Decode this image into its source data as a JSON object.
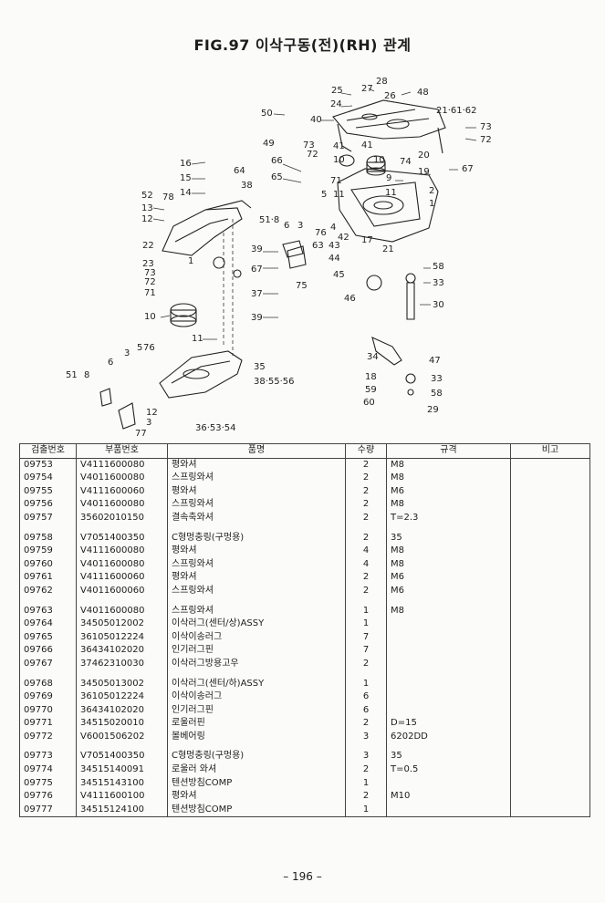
{
  "title": "FIG.97 이삭구동(전)(RH) 관계",
  "table": {
    "headers": [
      "검출번호",
      "부품번호",
      "품명",
      "수량",
      "규격",
      "비고"
    ],
    "groups": [
      [
        [
          "09753",
          "V4111600080",
          "평와셔",
          "2",
          "M8",
          ""
        ],
        [
          "09754",
          "V4011600080",
          "스프링와셔",
          "2",
          "M8",
          ""
        ],
        [
          "09755",
          "V4111600060",
          "평와셔",
          "2",
          "M6",
          ""
        ],
        [
          "09756",
          "V4011600080",
          "스프링와셔",
          "2",
          "M8",
          ""
        ],
        [
          "09757",
          "35602010150",
          "결속축와셔",
          "2",
          "T=2.3",
          ""
        ]
      ],
      [
        [
          "09758",
          "V7051400350",
          "C형멍충링(구멍용)",
          "2",
          "35",
          ""
        ],
        [
          "09759",
          "V4111600080",
          "평와셔",
          "4",
          "M8",
          ""
        ],
        [
          "09760",
          "V4011600080",
          "스프링와셔",
          "4",
          "M8",
          ""
        ],
        [
          "09761",
          "V4111600060",
          "평와셔",
          "2",
          "M6",
          ""
        ],
        [
          "09762",
          "V4011600060",
          "스프링와셔",
          "2",
          "M6",
          ""
        ]
      ],
      [
        [
          "09763",
          "V4011600080",
          "스프링와셔",
          "1",
          "M8",
          ""
        ],
        [
          "09764",
          "34505012002",
          "이삭러그(센터/상)ASSY",
          "1",
          "",
          ""
        ],
        [
          "09765",
          "36105012224",
          "이삭이송러그",
          "7",
          "",
          ""
        ],
        [
          "09766",
          "36434102020",
          "인기러그핀",
          "7",
          "",
          ""
        ],
        [
          "09767",
          "37462310030",
          "이삭러그방용고우",
          "2",
          "",
          ""
        ]
      ],
      [
        [
          "09768",
          "34505013002",
          "이삭러그(센터/하)ASSY",
          "1",
          "",
          ""
        ],
        [
          "09769",
          "36105012224",
          "이삭이송러그",
          "6",
          "",
          ""
        ],
        [
          "09770",
          "36434102020",
          "인기러그핀",
          "6",
          "",
          ""
        ],
        [
          "09771",
          "34515020010",
          "로울러핀",
          "2",
          "D=15",
          ""
        ],
        [
          "09772",
          "V6001506202",
          "볼베어링",
          "3",
          "6202DD",
          ""
        ]
      ],
      [
        [
          "09773",
          "V7051400350",
          "C형멍충링(구멍용)",
          "3",
          "35",
          ""
        ],
        [
          "09774",
          "34515140091",
          "로울러 와셔",
          "2",
          "T=0.5",
          ""
        ],
        [
          "09775",
          "34515143100",
          "텐션방침COMP",
          "1",
          "",
          ""
        ],
        [
          "09776",
          "V4111600100",
          "평와셔",
          "2",
          "M10",
          ""
        ],
        [
          "09777",
          "34515124100",
          "텐션방침COMP",
          "1",
          "",
          ""
        ]
      ]
    ]
  },
  "diagram": {
    "callouts": [
      "25",
      "27",
      "28",
      "24",
      "26",
      "48",
      "21·61·62",
      "50",
      "40",
      "73",
      "72",
      "49",
      "66",
      "65",
      "64",
      "38",
      "16",
      "15",
      "14",
      "52",
      "78",
      "13",
      "12",
      "41",
      "73",
      "72",
      "10",
      "74",
      "71",
      "9",
      "19",
      "67",
      "20",
      "5",
      "11",
      "11",
      "2",
      "1",
      "51·8",
      "6",
      "3",
      "76",
      "4",
      "42",
      "17",
      "63",
      "43",
      "21",
      "22",
      "39",
      "23",
      "73",
      "72",
      "71",
      "1",
      "67",
      "37",
      "75",
      "44",
      "45",
      "46",
      "58",
      "33",
      "30",
      "10",
      "39",
      "11",
      "5",
      "76",
      "3",
      "6",
      "51",
      "8",
      "35",
      "38·55·56",
      "34",
      "47",
      "18",
      "59",
      "60",
      "33",
      "58",
      "29",
      "12",
      "3",
      "77",
      "36·53·54"
    ]
  },
  "page_number": "– 196 –"
}
